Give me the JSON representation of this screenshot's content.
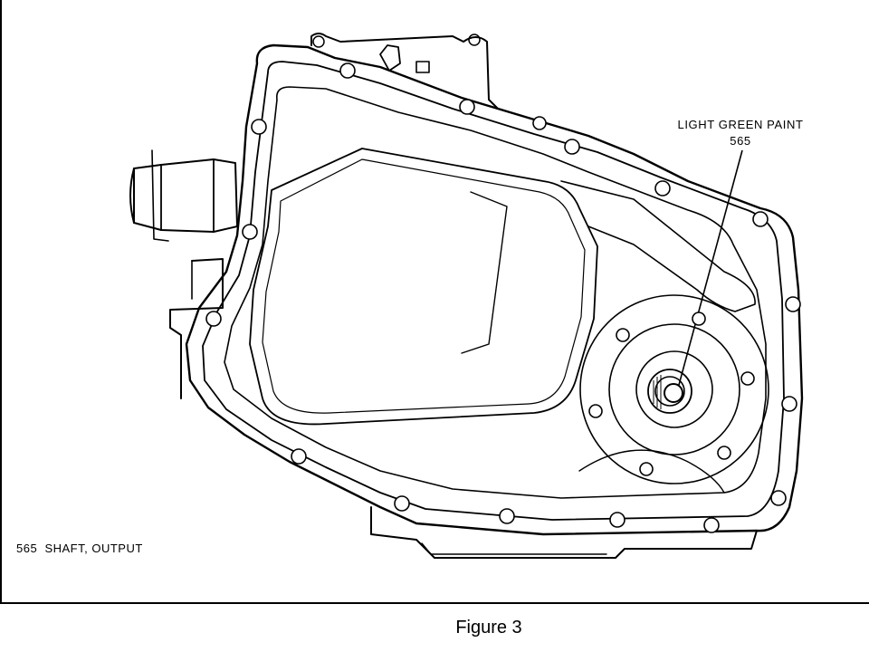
{
  "callout": {
    "paint_text": "LIGHT GREEN PAINT",
    "part_number": "565"
  },
  "legend": {
    "number": "565",
    "text": "SHAFT, OUTPUT"
  },
  "caption": "Figure 3",
  "icons": [
    "transmission-housing-drawing",
    "output-shaft-icon",
    "bolt-icon"
  ],
  "colors": {
    "line": "#000000",
    "background": "#ffffff"
  }
}
